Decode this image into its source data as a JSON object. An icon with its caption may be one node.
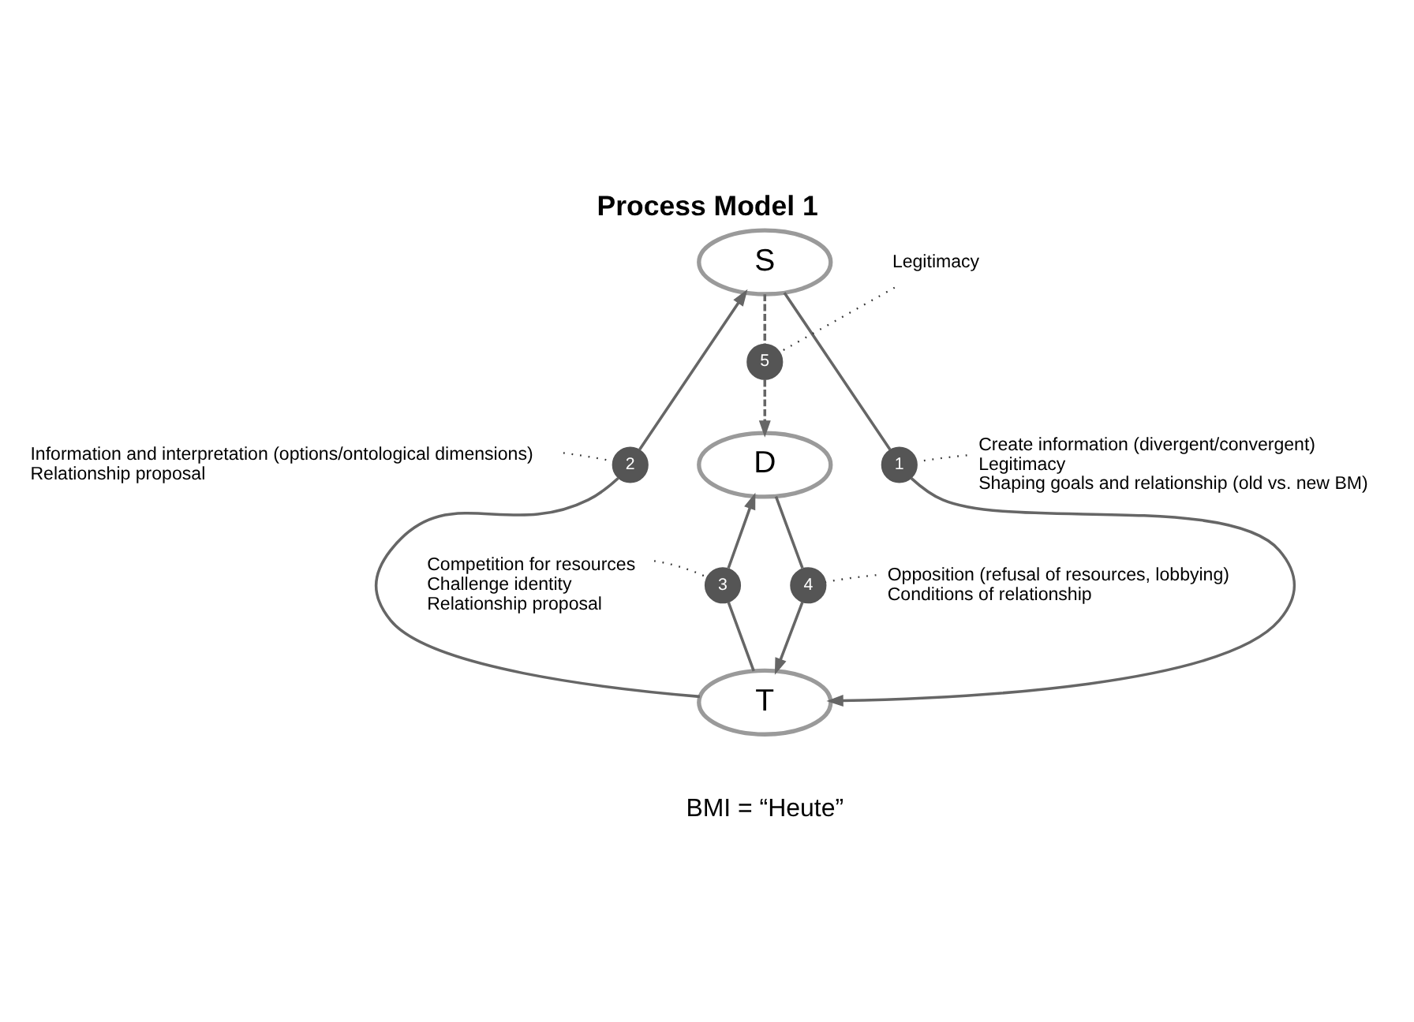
{
  "diagram": {
    "title": "Process Model 1",
    "caption": "BMI = “Heute”",
    "nodes": [
      {
        "text": [
          "S"
        ]
      },
      {
        "text": [
          "D"
        ]
      },
      {
        "text": [
          "T"
        ]
      },
      {
        "text": [
          "1"
        ]
      },
      {
        "text": [
          "2"
        ]
      },
      {
        "text": [
          "3"
        ]
      },
      {
        "text": [
          "4"
        ]
      },
      {
        "text": [
          "5"
        ]
      },
      {
        "text": [
          "Information and interpretation (options/ontological dimensions)",
          "Relationship proposal"
        ]
      },
      {
        "text": [
          "Legitimacy"
        ]
      },
      {
        "text": [
          "Create information (divergent/convergent)",
          "Legitimacy",
          "Shaping goals and relationship (old vs. new BM)"
        ]
      },
      {
        "text": [
          "Competition for resources",
          "Challenge identity",
          "Relationship proposal"
        ]
      },
      {
        "text": [
          "Opposition (refusal of resources, lobbying)",
          "Conditions of relationship"
        ]
      }
    ],
    "edges": [
      {
        "from": 0,
        "to": 3,
        "arrow": "none"
      },
      {
        "from": 3,
        "to": 2,
        "arrow": "to"
      },
      {
        "from": 2,
        "to": 4,
        "arrow": "none"
      },
      {
        "from": 4,
        "to": 0,
        "arrow": "to"
      },
      {
        "from": 0,
        "to": 7,
        "arrow": "none",
        "style": "dashed"
      },
      {
        "from": 7,
        "to": 1,
        "arrow": "to",
        "style": "dashed"
      },
      {
        "from": 2,
        "to": 5,
        "arrow": "none"
      },
      {
        "from": 5,
        "to": 1,
        "arrow": "to"
      },
      {
        "from": 1,
        "to": 6,
        "arrow": "none"
      },
      {
        "from": 6,
        "to": 2,
        "arrow": "to"
      },
      {
        "from": 8,
        "to": 4,
        "arrow": "none",
        "style": "dashed",
        "color": "#333333"
      },
      {
        "from": 9,
        "to": 7,
        "arrow": "none",
        "style": "dashed",
        "color": "#333333"
      },
      {
        "from": 10,
        "to": 3,
        "arrow": "none",
        "style": "dashed",
        "color": "#333333"
      },
      {
        "from": 11,
        "to": 5,
        "arrow": "none",
        "style": "dashed",
        "color": "#333333"
      },
      {
        "from": 12,
        "to": 6,
        "arrow": "none",
        "style": "dashed",
        "color": "#333333"
      }
    ]
  }
}
